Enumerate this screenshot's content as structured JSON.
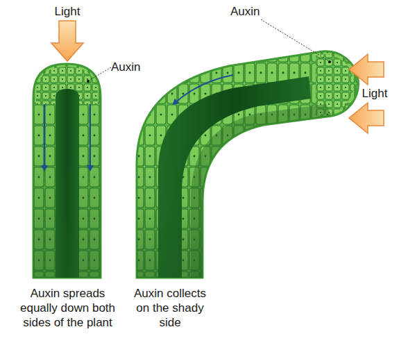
{
  "diagram": {
    "labels": [
      "Light",
      "Auxin",
      "Auxin spreads equally down both sides of the plant",
      "Auxin",
      "Light",
      "Auxin collects on the shady side"
    ]
  }
}
